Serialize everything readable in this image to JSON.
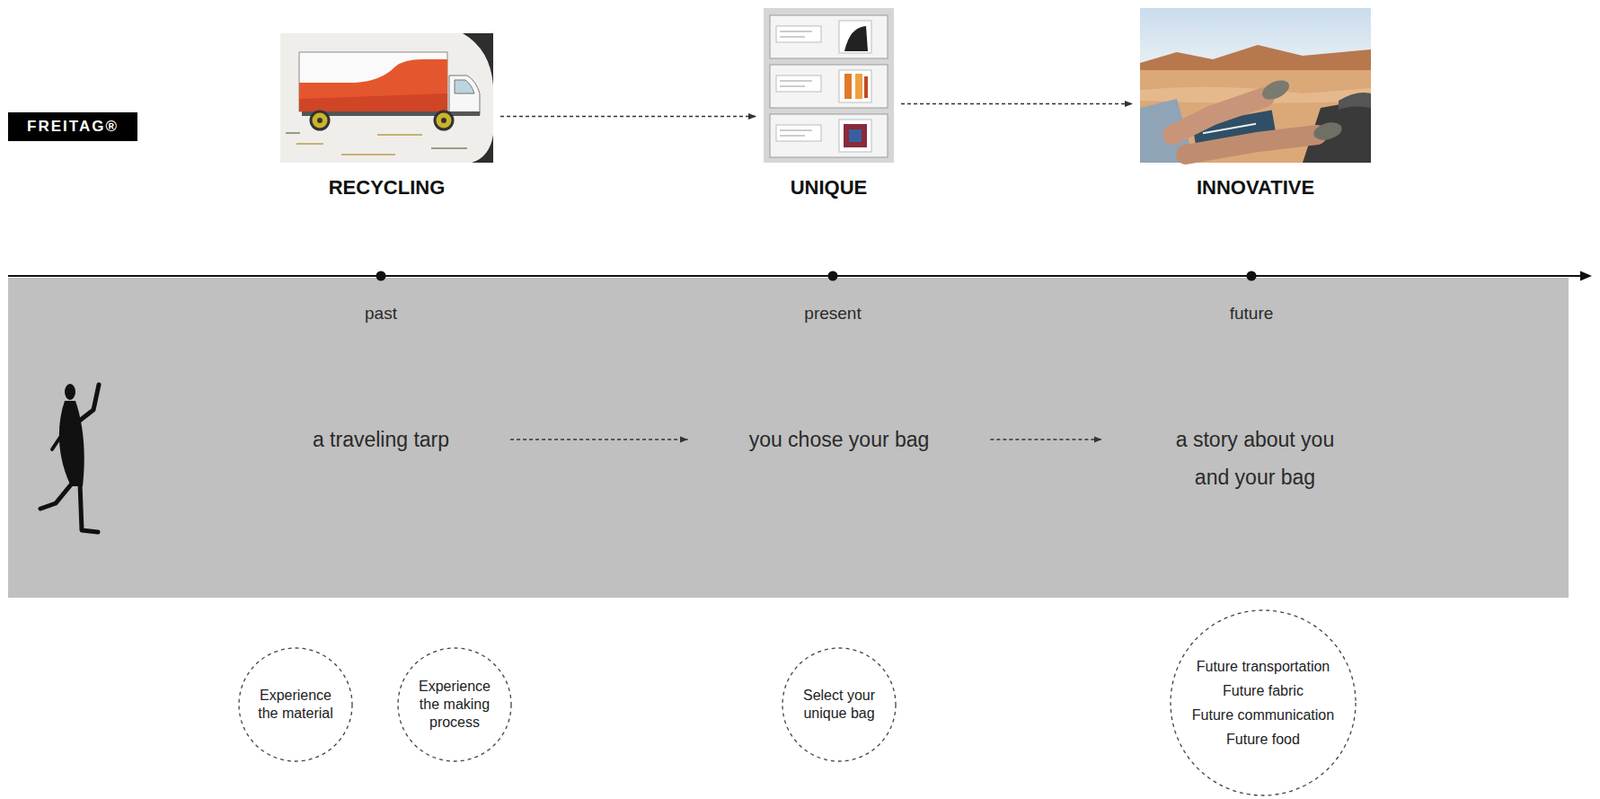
{
  "diagram": {
    "nodes": [
      {
        "text": [
          "FREITAG®"
        ]
      },
      {
        "text": [
          "RECYCLING"
        ]
      },
      {
        "text": [
          "UNIQUE"
        ]
      },
      {
        "text": [
          "INNOVATIVE"
        ]
      },
      {
        "text": [
          "past",
          "present",
          "future"
        ]
      },
      {
        "text": [
          "a traveling tarp"
        ],
        "in": 4
      },
      {
        "text": [
          "you chose your bag"
        ],
        "in": 4
      },
      {
        "text": [
          "a story about you and your bag"
        ],
        "in": 4
      },
      {
        "text": [
          "Experience the material"
        ]
      },
      {
        "text": [
          "Experience the making process"
        ]
      },
      {
        "text": [
          "Select your unique bag"
        ]
      },
      {
        "text": [
          "Future transportation",
          "Future fabric",
          "Future communication",
          "Future food"
        ]
      }
    ],
    "edges": [
      {
        "from": 1,
        "to": 2,
        "arrow": "to"
      },
      {
        "from": 2,
        "to": 3,
        "arrow": "to"
      },
      {
        "from": 5,
        "to": 6,
        "arrow": "to"
      },
      {
        "from": 6,
        "to": 7,
        "arrow": "to"
      }
    ]
  }
}
